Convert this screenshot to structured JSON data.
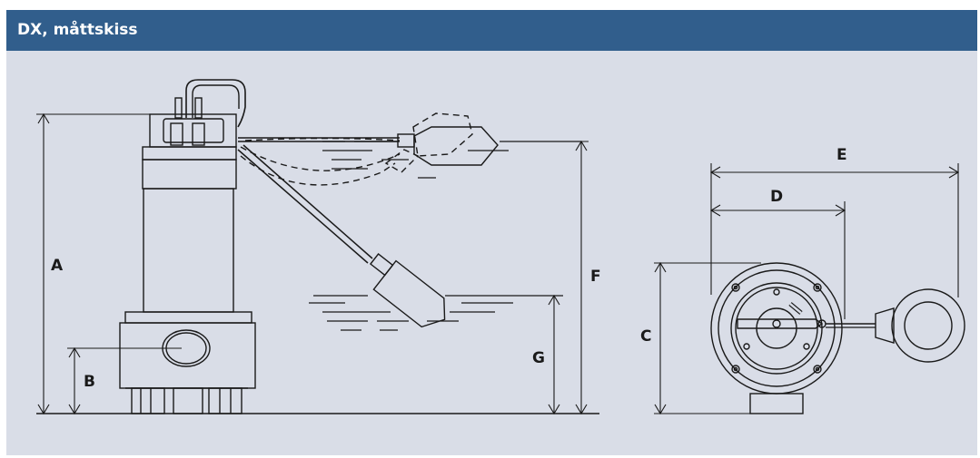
{
  "header": {
    "title": "DX, måttskiss"
  },
  "colors": {
    "header_bg": "#315e8c",
    "panel_bg": "#d9dde7",
    "line": "#1a1a1a"
  },
  "dimensions": {
    "A": "A",
    "B": "B",
    "C": "C",
    "D": "D",
    "E": "E",
    "F": "F",
    "G": "G"
  }
}
